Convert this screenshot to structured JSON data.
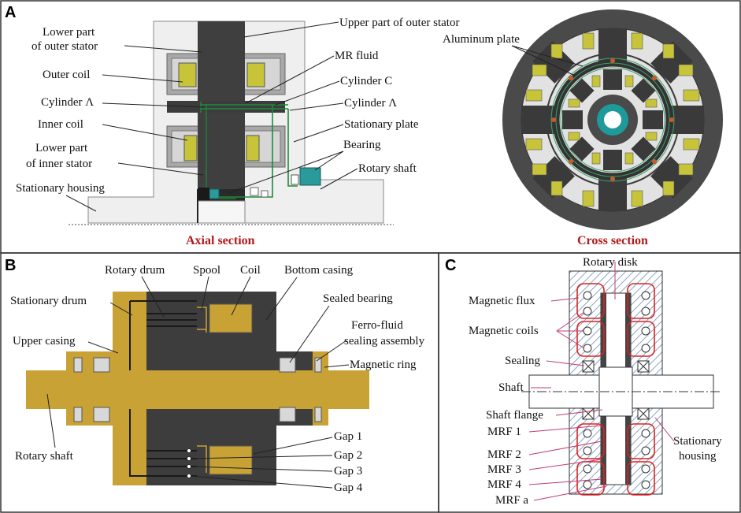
{
  "panels": {
    "a": {
      "letter": "A",
      "labels": {
        "upper_outer_stator": "Upper part of outer stator",
        "lower_outer_stator_1": "Lower part",
        "lower_outer_stator_2": "of outer stator",
        "aluminum_plate": "Aluminum plate",
        "mr_fluid": "MR fluid",
        "outer_coil": "Outer coil",
        "cylinder_c": "Cylinder C",
        "cylinder_a_left": "Cylinder Λ",
        "cylinder_a_right": "Cylinder Λ",
        "inner_coil": "Inner coil",
        "stationary_plate": "Stationary plate",
        "lower_inner_stator_1": "Lower part",
        "lower_inner_stator_2": "of inner stator",
        "bearing": "Bearing",
        "rotary_shaft": "Rotary shaft",
        "stationary_housing": "Stationary housing"
      },
      "captions": {
        "axial": "Axial section",
        "cross": "Cross section"
      }
    },
    "b": {
      "letter": "B",
      "labels": {
        "rotary_drum": "Rotary drum",
        "spool": "Spool",
        "coil": "Coil",
        "bottom_casing": "Bottom casing",
        "stationary_drum": "Stationary drum",
        "sealed_bearing": "Sealed bearing",
        "ferro_fluid_1": "Ferro-fluid",
        "ferro_fluid_2": "sealing assembly",
        "upper_casing": "Upper casing",
        "magnetic_ring": "Magnetic ring",
        "rotary_shaft": "Rotary shaft",
        "gap1": "Gap 1",
        "gap2": "Gap 2",
        "gap3": "Gap 3",
        "gap4": "Gap 4"
      }
    },
    "c": {
      "letter": "C",
      "labels": {
        "rotary_disk": "Rotary disk",
        "magnetic_flux": "Magnetic flux",
        "magnetic_coils": "Magnetic coils",
        "sealing": "Sealing",
        "shaft": "Shaft",
        "shaft_flange": "Shaft flange",
        "mrf1": "MRF 1",
        "mrf2": "MRF 2",
        "mrf3": "MRF 3",
        "mrf4": "MRF 4",
        "mrfa": "MRF a",
        "stationary_1": "Stationary",
        "stationary_2": "housing"
      }
    }
  },
  "colors": {
    "dark_gray": "#4a4a4a",
    "light_gray": "#e6e6e6",
    "coil_yellow": "#c8c43a",
    "bearing_teal": "#2a9a9a",
    "casing_gold": "#c9a236",
    "caption_red": "#b01a1a",
    "leader_magenta": "#c03a78",
    "flux_red": "#e02020"
  }
}
